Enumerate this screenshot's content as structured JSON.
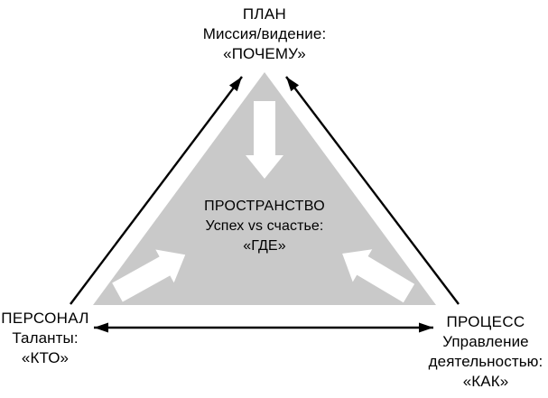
{
  "diagram": {
    "type": "triangle-triad",
    "nodes": {
      "plan": {
        "title": "ПЛАН",
        "lines": [
          "Миссия/видение:",
          "«ПОЧЕМУ»"
        ]
      },
      "space": {
        "title": "ПРОСТРАНСТВО",
        "lines": [
          "Успех vs счастье:",
          "«ГДЕ»"
        ]
      },
      "personnel": {
        "title": "ПЕРСОНАЛ",
        "lines": [
          "Таланты:",
          "«КТО»"
        ]
      },
      "process": {
        "title": "ПРОЦЕСС",
        "lines": [
          "Управление",
          "деятельностью:",
          "«КАК»"
        ]
      }
    },
    "icons": [
      "inner-arrow-down-icon",
      "inner-arrow-up-right-icon",
      "inner-arrow-up-left-icon",
      "edge-arrow-left-side-icon",
      "edge-arrow-right-side-icon",
      "edge-arrow-bottom-double-icon"
    ],
    "colors": {
      "triangle_fill": "#c9c9c9",
      "inner_arrow": "#ffffff",
      "line_arrow": "#000000",
      "text": "#000000",
      "background": "#ffffff"
    }
  }
}
